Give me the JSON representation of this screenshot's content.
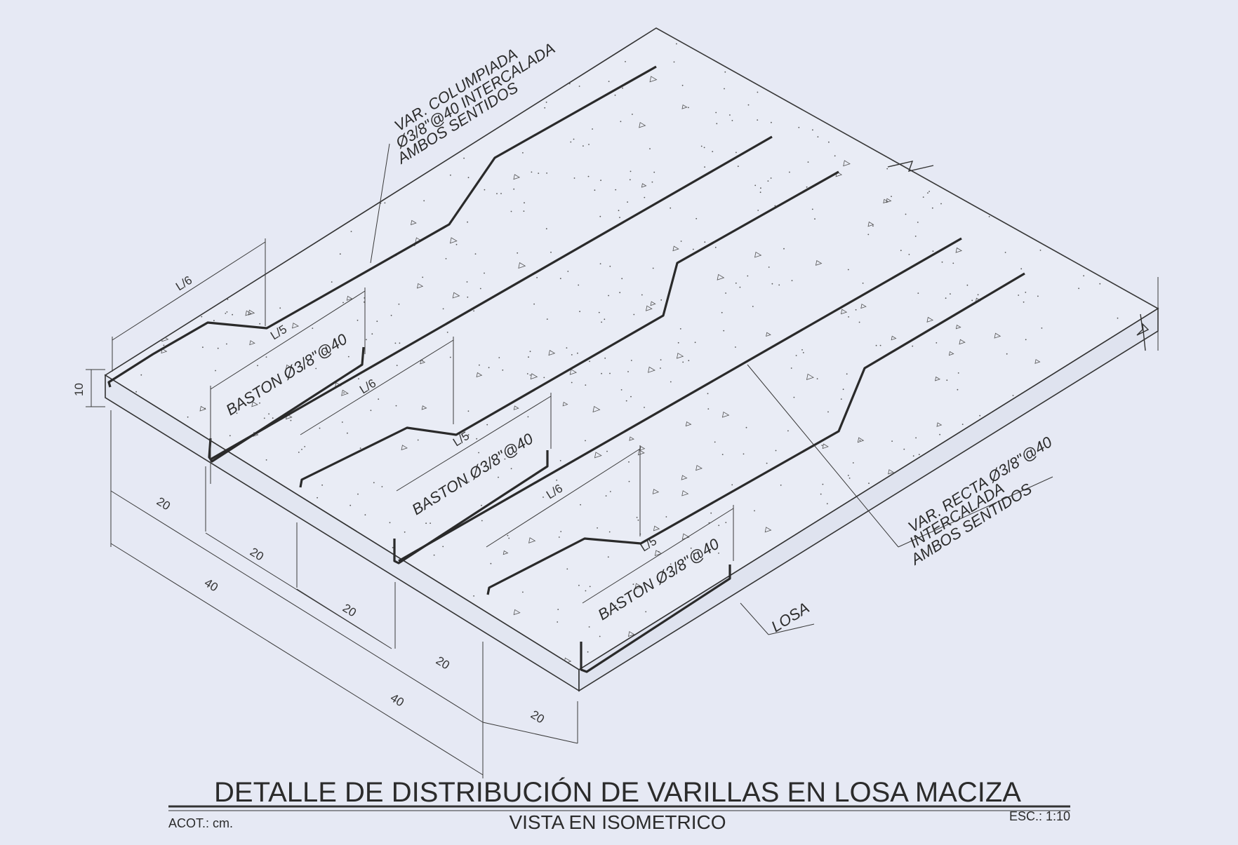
{
  "title": "DETALLE DE DISTRIBUCIÓN DE VARILLAS EN LOSA MACIZA",
  "subtitle": "VISTA EN ISOMETRICO",
  "acot": "ACOT.: cm.",
  "escala": "ESC.: 1:10",
  "labels": {
    "columpiada_1": "VAR. COLUMPIADA",
    "columpiada_2": "Ø3/8\"@40 INTERCALADA",
    "columpiada_3": "AMBOS SENTIDOS",
    "recta_1": "VAR. RECTA Ø3/8\"@40",
    "recta_2": "INTERCALADA",
    "recta_3": "AMBOS SENTIDOS",
    "losa": "LOSA",
    "baston_1": "BASTON Ø3/8\"@40",
    "baston_2": "BASTON Ø3/8\"@40",
    "baston_3": "BASTON Ø3/8\"@40"
  },
  "dims": {
    "thickness": "10",
    "l6_a": "L/6",
    "l5_a": "L/5",
    "l6_b": "L/6",
    "l5_b": "L/5",
    "l6_c": "L/6",
    "l5_c": "L/5",
    "d20_a": "20",
    "d20_b": "20",
    "d20_c": "20",
    "d20_d": "20",
    "d20_e": "20",
    "d40_a": "40",
    "d40_b": "40"
  },
  "colors": {
    "background": "#e6e9f4",
    "ink": "#2f2f2f"
  }
}
